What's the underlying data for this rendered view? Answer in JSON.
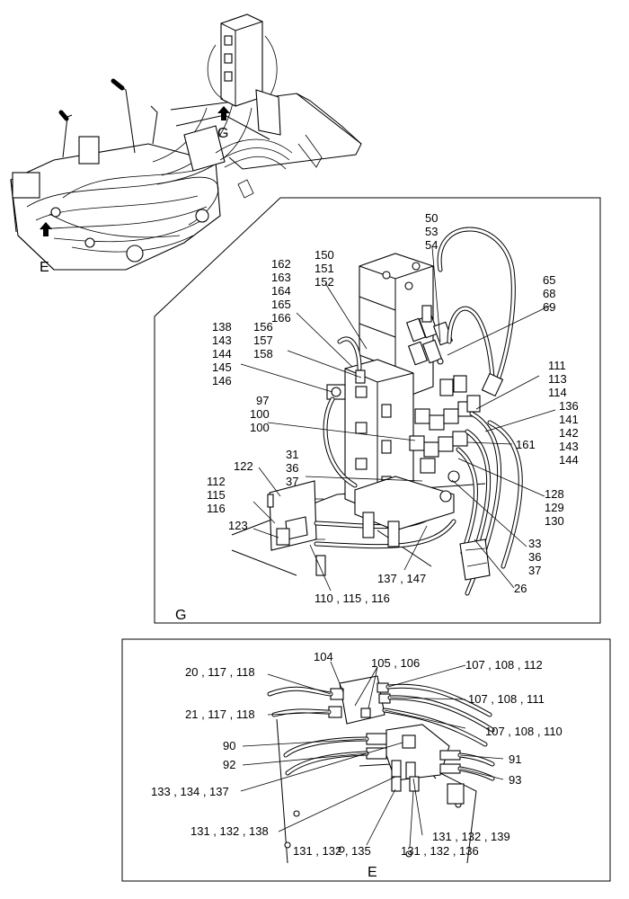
{
  "overview": {
    "marker_g": "G",
    "marker_e": "E"
  },
  "detail_g": {
    "panel_label": "G",
    "callouts": {
      "c50_53_54": [
        "50",
        "53",
        "54"
      ],
      "c150_151_152": [
        "150",
        "151",
        "152"
      ],
      "c162_166": [
        "162",
        "163",
        "164",
        "165",
        "166"
      ],
      "c65_68_69": [
        "65",
        "68",
        "69"
      ],
      "c138_146": [
        "138",
        "143",
        "144",
        "145",
        "146"
      ],
      "c156_158": [
        "156",
        "157",
        "158"
      ],
      "c111_113_114": [
        "111",
        "113",
        "114"
      ],
      "c136_144": [
        "136",
        "141",
        "142",
        "143",
        "144"
      ],
      "c97_100": [
        "97",
        "100",
        "100"
      ],
      "c161": [
        "161"
      ],
      "c31_36_37": [
        "31",
        "36",
        "37"
      ],
      "c122": [
        "122"
      ],
      "c112_115_116": [
        "112",
        "115",
        "116"
      ],
      "c128_129_130": [
        "128",
        "129",
        "130"
      ],
      "c123": [
        "123"
      ],
      "c33_36_37": [
        "33",
        "36",
        "37"
      ],
      "c137_147": [
        "137 , 147"
      ],
      "c26": [
        "26"
      ],
      "c110_115_116": [
        "110 , 115 , 116"
      ]
    }
  },
  "detail_e": {
    "panel_label": "E",
    "callouts": {
      "c104": "104",
      "c105_106": "105 , 106",
      "c107_108_112": "107 , 108 , 112",
      "c20_117_118": "20 , 117 , 118",
      "c107_108_111": "107 , 108 , 111",
      "c21_117_118": "21 , 117 , 118",
      "c107_108_110": "107 , 108 , 110",
      "c90": "90",
      "c91": "91",
      "c92": "92",
      "c93": "93",
      "c133_134_137": "133 , 134 , 137",
      "c131_132_138": "131 , 132 , 138",
      "c131_132_139": "131 , 132 , 139",
      "c131_132_135": "131 , 132 , 135",
      "c131_132_136": "131 , 132 , 136"
    }
  }
}
